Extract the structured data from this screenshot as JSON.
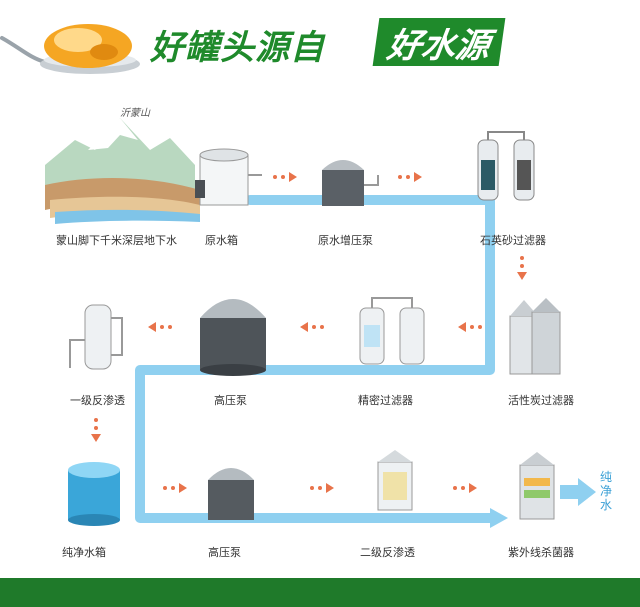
{
  "header": {
    "title_part1": "好罐头源自",
    "title_part2": "好水源"
  },
  "diagram": {
    "mountain_name": "沂蒙山",
    "stages": {
      "groundwater": "蒙山脚下千米深层地下水",
      "raw_tank": "原水箱",
      "raw_pump": "原水增压泵",
      "quartz_filter": "石英砂过滤器",
      "carbon_filter": "活性炭过滤器",
      "precision_filter": "精密过滤器",
      "high_pump_1": "高压泵",
      "ro_stage1": "一级反渗透",
      "pure_tank": "纯净水箱",
      "high_pump_2": "高压泵",
      "ro_stage2": "二级反渗透",
      "uv_sterilizer": "紫外线杀菌器"
    },
    "output": "纯净水",
    "colors": {
      "brand_green": "#1f8a2b",
      "water_blue": "#8fd0f0",
      "arrow_red": "#e8734a"
    }
  }
}
